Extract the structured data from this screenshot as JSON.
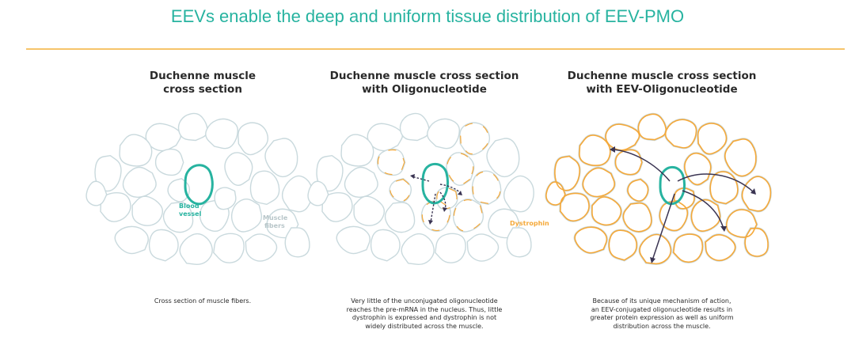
{
  "title": "EEVs enable the deep and uniform tissue distribution of EEV-PMO",
  "colors": {
    "title": "#27b3a0",
    "rule": "#f6c46a",
    "fiber": "#c9d9dd",
    "vessel": "#27b3a0",
    "dystrophin": "#f5a93a",
    "arrow": "#3a3452"
  },
  "panels": [
    {
      "title_lines": [
        "Duchenne muscle",
        "cross section"
      ],
      "caption_lines": [
        "Cross section of muscle fibers."
      ],
      "labels": {
        "vessel": [
          "Blood",
          "vessel"
        ],
        "fibers": [
          "Muscle",
          "fibers"
        ]
      }
    },
    {
      "title_lines": [
        "Duchenne muscle cross section",
        "with Oligonucleotide"
      ],
      "caption_lines": [
        "Very little of the unconjugated oligonucleotide",
        "reaches the pre-mRNA in the nucleus. Thus, little",
        "dystrophin is expressed and dystrophin is not",
        "widely distributed across the muscle."
      ],
      "labels": {
        "dystrophin": "Dystrophin"
      }
    },
    {
      "title_lines": [
        "Duchenne muscle cross section",
        "with EEV-Oligonucleotide"
      ],
      "caption_lines": [
        "Because of its unique mechanism of action,",
        "an EEV-conjugated oligonucleotide results in",
        "greater protein expression as well as uniform",
        "distribution across the muscle."
      ]
    }
  ]
}
